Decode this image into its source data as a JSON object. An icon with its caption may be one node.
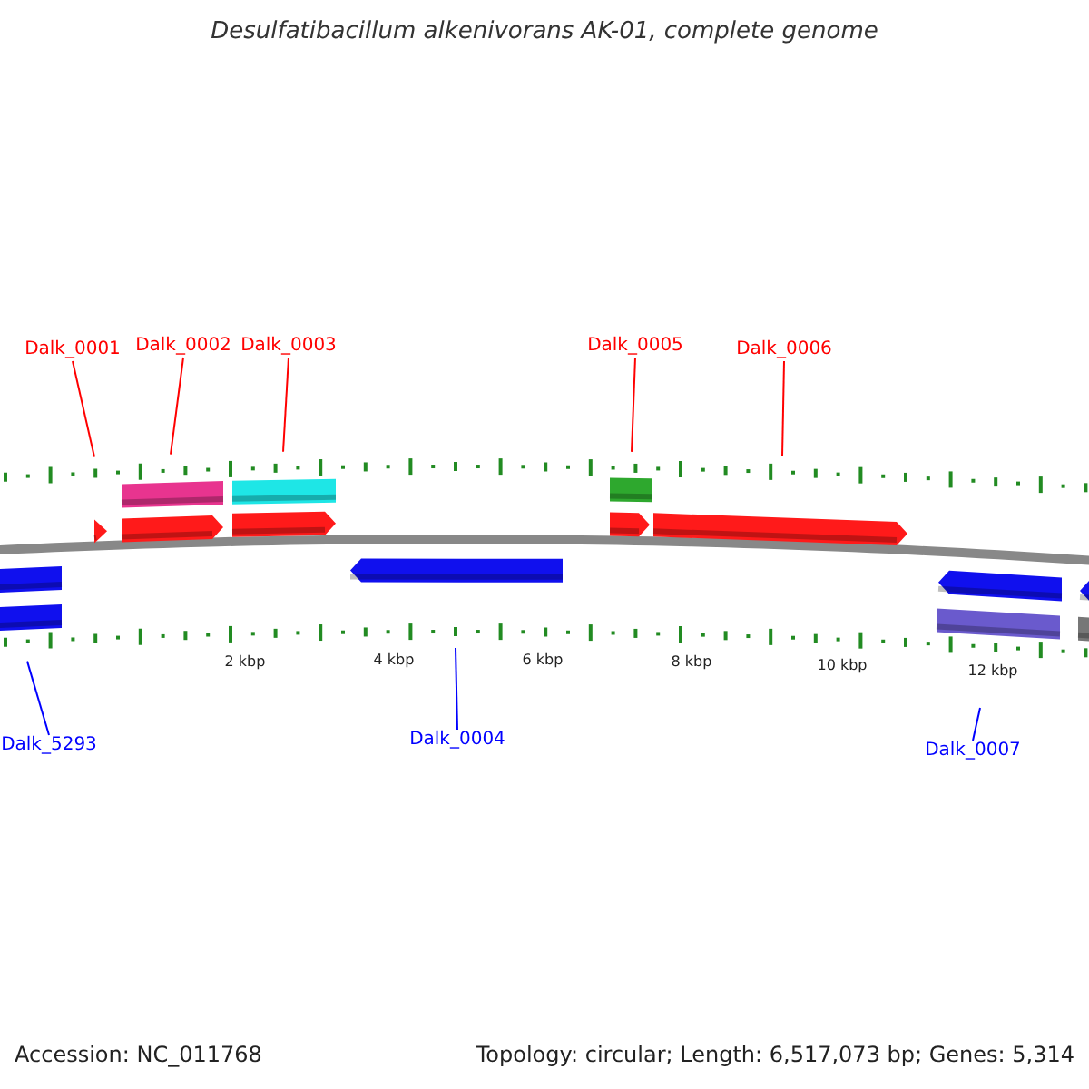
{
  "diagram": {
    "title": "Desulfatibacillum alkenivorans AK-01, complete genome",
    "nodes": [
      {
        "text": [
          "Dalk_0001"
        ]
      },
      {
        "text": [
          "Dalk_0002"
        ]
      },
      {
        "text": [
          "Dalk_0003"
        ]
      },
      {
        "text": [
          "Dalk_0005"
        ]
      },
      {
        "text": [
          "Dalk_0006"
        ]
      },
      {
        "text": [
          "Dalk_5293"
        ]
      },
      {
        "text": [
          "Dalk_0004"
        ]
      },
      {
        "text": [
          "Dalk_0007"
        ]
      }
    ],
    "edges": [
      {
        "from": 0,
        "to": null,
        "arrow": "none"
      },
      {
        "from": 1,
        "to": null,
        "arrow": "none"
      },
      {
        "from": 2,
        "to": null,
        "arrow": "none"
      },
      {
        "from": 3,
        "to": null,
        "arrow": "none"
      },
      {
        "from": 4,
        "to": null,
        "arrow": "none"
      },
      {
        "from": 5,
        "to": null,
        "arrow": "none",
        "color": "#0000ff"
      },
      {
        "from": 6,
        "to": null,
        "arrow": "none",
        "color": "#0000ff"
      },
      {
        "from": 7,
        "to": null,
        "arrow": "none",
        "color": "#0000ff"
      }
    ],
    "labels": [
      "2 kbp",
      "4 kbp",
      "6 kbp",
      "8 kbp",
      "10 kbp",
      "12 kbp",
      "Accession: NC_011768",
      "Topology: circular; Length: 6,517,073 bp; Genes: 5,314"
    ]
  }
}
